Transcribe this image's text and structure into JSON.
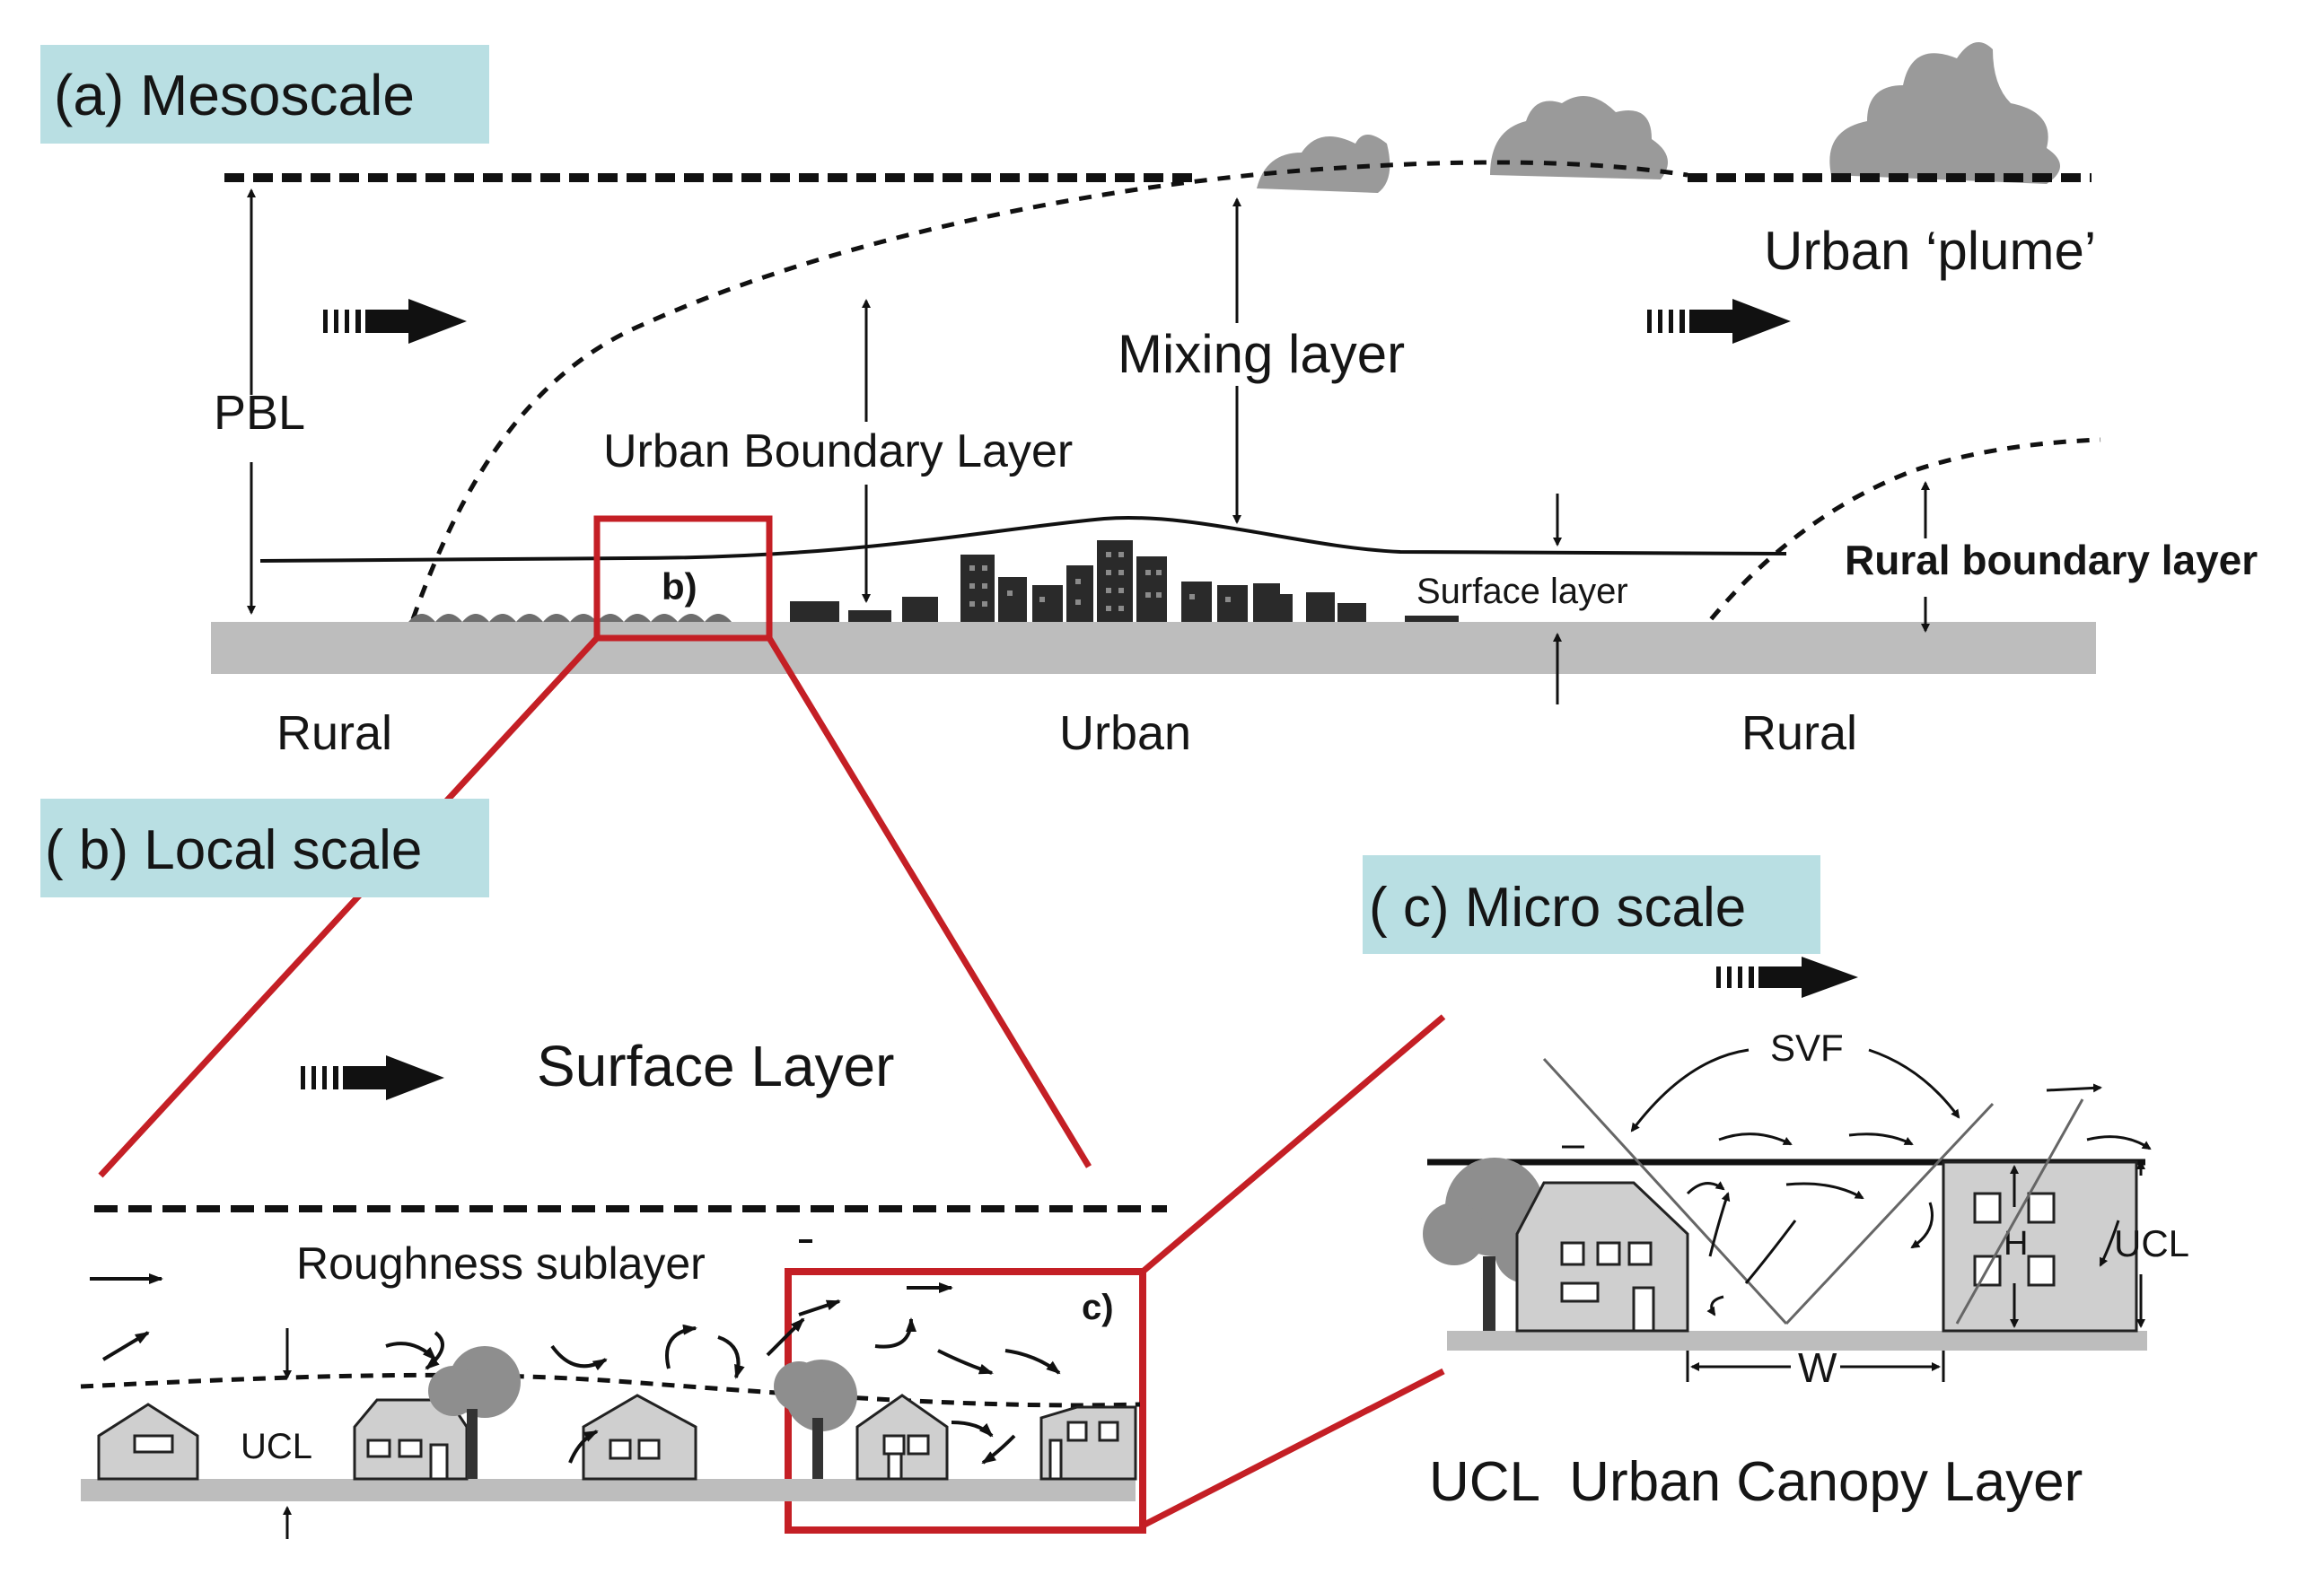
{
  "panels": {
    "mesoscale": "(a) Mesoscale",
    "local": "( b) Local scale",
    "micro": "( c) Micro scale"
  },
  "mesoscale": {
    "urban_plume": "Urban ‘plume’",
    "mixing_layer": "Mixing layer",
    "pbl": "PBL",
    "ubl": "Urban Boundary Layer",
    "surface_layer": "Surface layer",
    "rbl": "Rural boundary layer",
    "inset_b": "b)",
    "rural_left": "Rural",
    "urban": "Urban",
    "rural_right": "Rural"
  },
  "local": {
    "surface_layer": "Surface Layer",
    "roughness": "Roughness sublayer",
    "ucl": "UCL",
    "inset_c": "c)"
  },
  "micro": {
    "svf": "SVF",
    "ucl": "UCL",
    "h": "H",
    "w": "W",
    "caption": "UCL  Urban Canopy Layer"
  },
  "colors": {
    "label_background": "#b9dfe3",
    "zoom_lines": "#c41f25",
    "ground": "#bdbdbd",
    "buildings": "#2a2a2a"
  }
}
